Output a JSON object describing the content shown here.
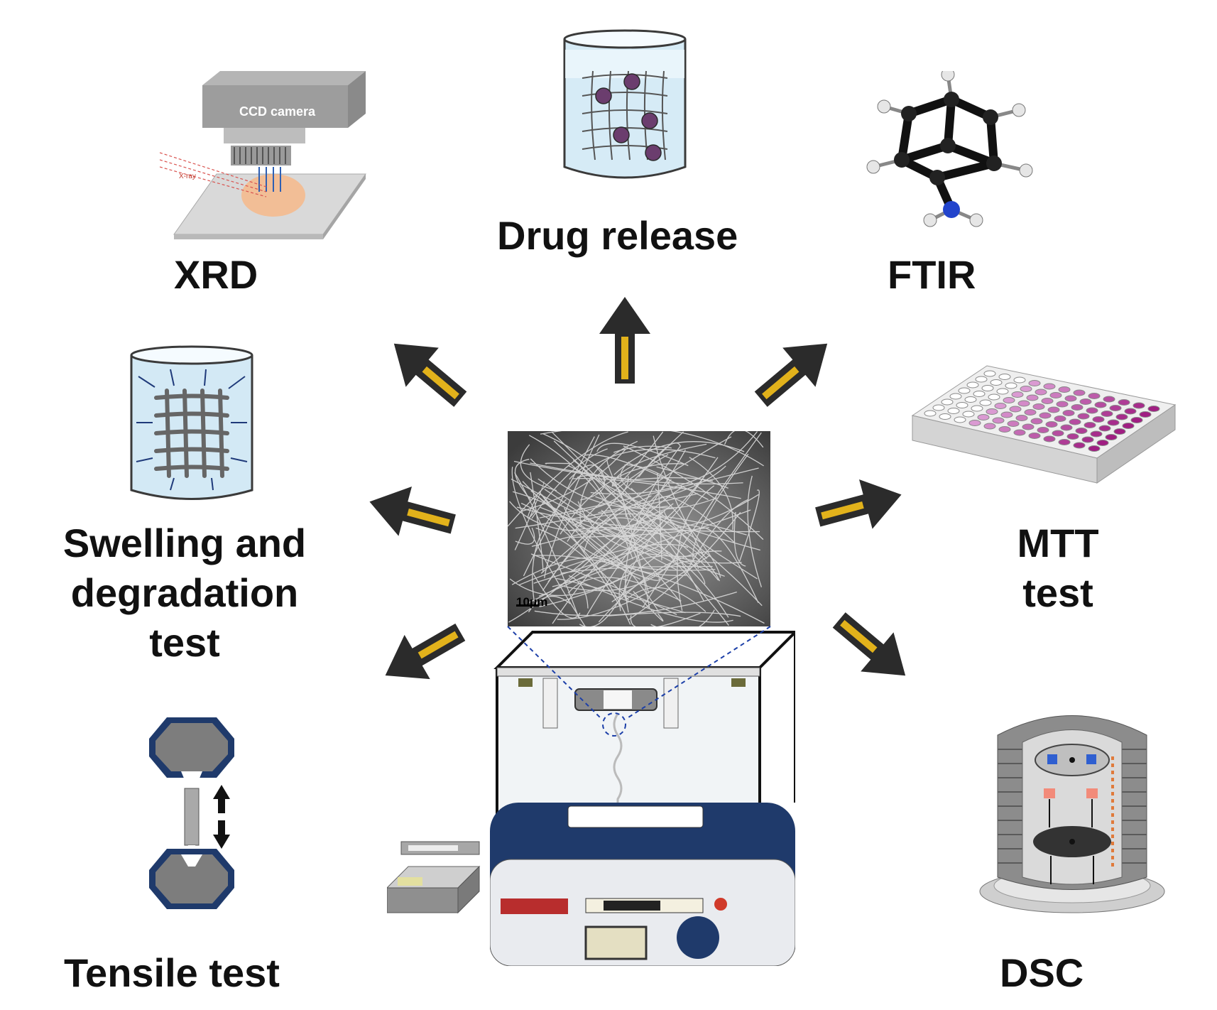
{
  "labels": {
    "xrd": "XRD",
    "drug_release": "Drug release",
    "ftir": "FTIR",
    "swelling": [
      "Swelling and",
      "degradation",
      "test"
    ],
    "mtt": [
      "MTT",
      "test"
    ],
    "tensile": "Tensile test",
    "dsc": "DSC"
  },
  "xrd_parts": {
    "camera": "CCD camera",
    "beam": "X-ray"
  },
  "sem": {
    "scale_bar": "10μm"
  },
  "colors": {
    "arrow_fill": "#2b2b2b",
    "arrow_gold": "#e2b21b",
    "water": "#cfe6f3",
    "device_navy": "#1f3a6b",
    "dashed_line": "#1c3fa8"
  },
  "icons": [
    "xrd-instrument-icon",
    "drug-release-beaker-icon",
    "ftir-molecule-icon",
    "swelling-beaker-icon",
    "mtt-well-plate-icon",
    "tensile-tester-icon",
    "dsc-cell-icon",
    "electrospinning-device-icon",
    "syringe-pump-icon"
  ]
}
